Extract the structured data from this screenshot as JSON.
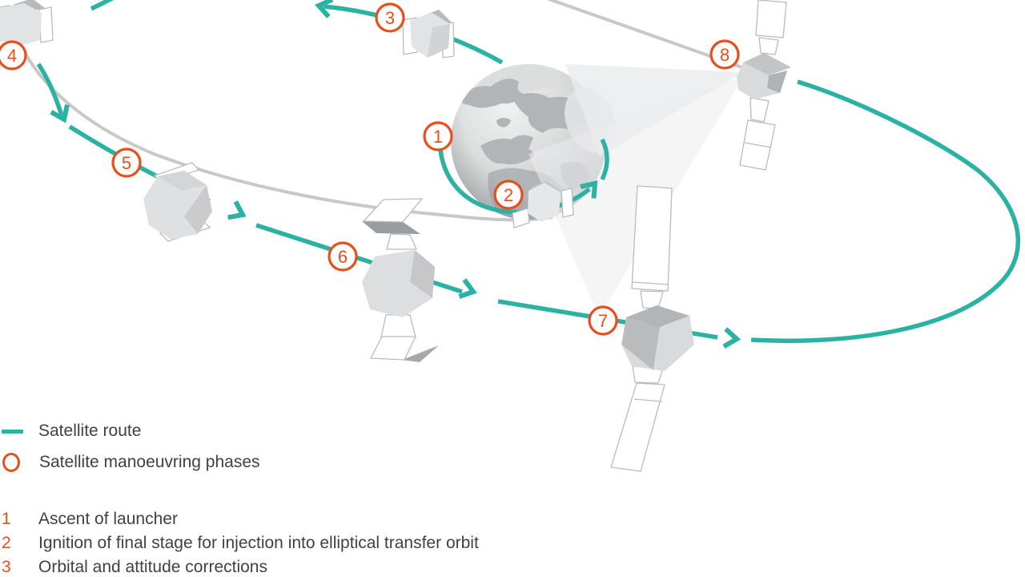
{
  "diagram": {
    "title_hint": "Satellite launch and orbit-raising phases diagram",
    "markers": [
      {
        "label": "1"
      },
      {
        "label": "2"
      },
      {
        "label": "3"
      },
      {
        "label": "4"
      },
      {
        "label": "5"
      },
      {
        "label": "6"
      },
      {
        "label": "7"
      },
      {
        "label": "8"
      }
    ],
    "colors": {
      "route": "#2bb2a2",
      "marker": "#e84e1b",
      "orbit_gray": "#c7c8ca",
      "text": "#3e4245"
    }
  },
  "legend": {
    "route_label": "Satellite route",
    "phases_label": "Satellite manoeuvring phases",
    "phases": [
      {
        "num": "1",
        "text": "Ascent of launcher"
      },
      {
        "num": "2",
        "text": "Ignition of final stage for injection into elliptical transfer orbit"
      },
      {
        "num": "3",
        "text": "Orbital and attitude corrections"
      }
    ]
  }
}
